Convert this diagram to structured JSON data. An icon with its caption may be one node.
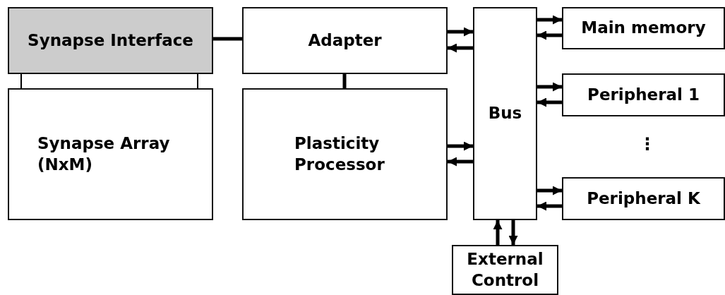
{
  "diagram": {
    "nodes": [
      {
        "text": [
          "Synapse Interface"
        ]
      },
      {
        "text": [
          "Adapter"
        ]
      },
      {
        "text": [
          "Bus"
        ]
      },
      {
        "text": [
          "Main memory"
        ]
      },
      {
        "text": [
          "Peripheral 1"
        ]
      },
      {
        "text": [
          "Synapse Array (NxM)"
        ]
      },
      {
        "text": [
          "Plasticity Processor"
        ]
      },
      {
        "text": [
          "Peripheral K"
        ]
      },
      {
        "text": [
          "External Control"
        ]
      }
    ],
    "edges": [
      {
        "from": 0,
        "to": 1,
        "arrow": "none"
      },
      {
        "from": 0,
        "to": 5,
        "arrow": "none"
      },
      {
        "from": 0,
        "to": 5,
        "arrow": "none"
      },
      {
        "from": 1,
        "to": 6,
        "arrow": "none"
      },
      {
        "from": 1,
        "to": 2,
        "arrow": "to"
      },
      {
        "from": 2,
        "to": 1,
        "arrow": "to"
      },
      {
        "from": 6,
        "to": 2,
        "arrow": "to"
      },
      {
        "from": 2,
        "to": 6,
        "arrow": "to"
      },
      {
        "from": 2,
        "to": 3,
        "arrow": "to"
      },
      {
        "from": 3,
        "to": 2,
        "arrow": "to"
      },
      {
        "from": 2,
        "to": 4,
        "arrow": "to"
      },
      {
        "from": 4,
        "to": 2,
        "arrow": "to"
      },
      {
        "from": 2,
        "to": 7,
        "arrow": "to"
      },
      {
        "from": 7,
        "to": 2,
        "arrow": "to"
      },
      {
        "from": 8,
        "to": 2,
        "arrow": "to"
      },
      {
        "from": 2,
        "to": 8,
        "arrow": "to"
      }
    ],
    "labels": [
      "⋮"
    ]
  }
}
